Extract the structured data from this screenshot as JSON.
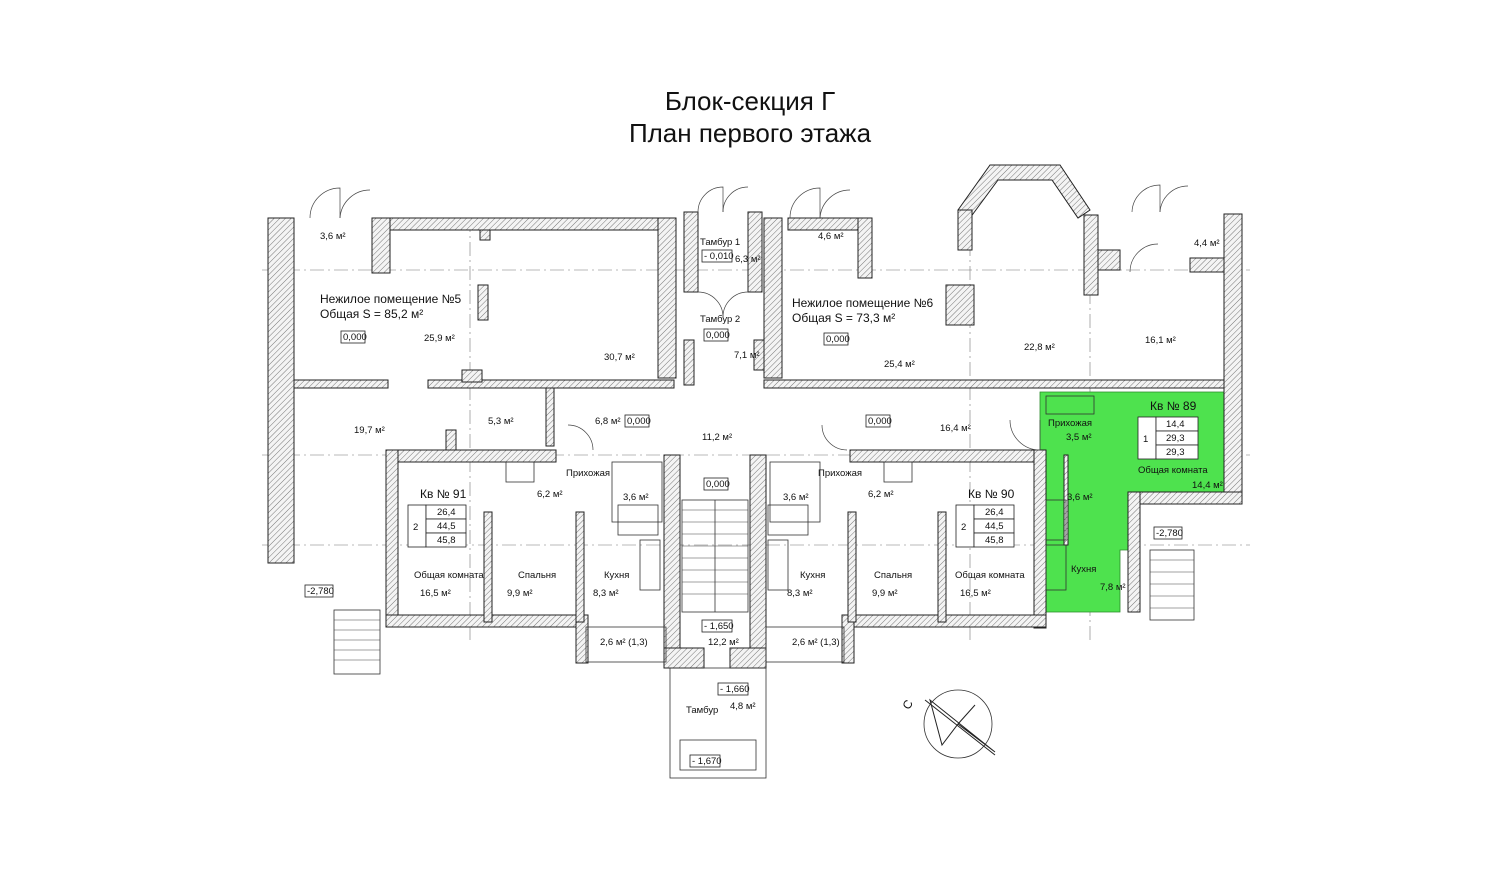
{
  "title": {
    "line1": "Блок-секция Г",
    "line2": "План первого этажа"
  },
  "colors": {
    "highlight": "#4ee24e",
    "wall_hatch": "#888888"
  },
  "premises": {
    "np5": {
      "name": "Нежилое помещение №5",
      "area": "Общая S = 85,2 м²"
    },
    "np6": {
      "name": "Нежилое помещение №6",
      "area": "Общая S = 73,3 м²"
    }
  },
  "rooms": {
    "r_3_6_top": "3,6 м²",
    "r_25_9": "25,9 м²",
    "r_30_7": "30,7 м²",
    "r_19_7": "19,7 м²",
    "r_5_3": "5,3 м²",
    "r_6_8": "6,8 м²",
    "tambur1": "Тамбур 1",
    "tambur1_area": "6,3 м²",
    "tambur2": "Тамбур 2",
    "r_7_1": "7,1 м²",
    "r_11_2": "11,2 м²",
    "r_4_6": "4,6 м²",
    "r_25_4": "25,4 м²",
    "r_22_8": "22,8 м²",
    "r_16_1": "16,1 м²",
    "r_4_4": "4,4 м²",
    "r_16_4": "16,4 м²",
    "hall": "Прихожая",
    "r_6_2": "6,2 м²",
    "r_3_6": "3,6 м²",
    "living": "Общая комната",
    "bedroom": "Спальня",
    "kitchen": "Кухня",
    "r_16_5": "16,5 м²",
    "r_9_9": "9,9 м²",
    "r_8_3": "8,3 м²",
    "balcony": "2,6 м² (1,3)",
    "r_12_2": "12,2 м²",
    "tambur": "Тамбур",
    "r_4_8": "4,8 м²",
    "r_3_5": "3,5 м²",
    "r_14_4": "14,4 м²",
    "r_7_8": "7,8 м²"
  },
  "levels": {
    "l_0010": "- 0,010",
    "l_0000": "0,000",
    "l_1650": "- 1,650",
    "l_1660": "- 1,660",
    "l_1670": "- 1,670",
    "l_2780": "-2,780"
  },
  "apartments": {
    "a91": {
      "label": "Кв № 91",
      "rooms": "2",
      "v1": "26,4",
      "v2": "44,5",
      "v3": "45,8"
    },
    "a90": {
      "label": "Кв № 90",
      "rooms": "2",
      "v1": "26,4",
      "v2": "44,5",
      "v3": "45,8"
    },
    "a89": {
      "label": "Кв № 89",
      "rooms": "1",
      "v1": "14,4",
      "v2": "29,3",
      "v3": "29,3"
    }
  },
  "compass": {
    "letter": "С"
  }
}
